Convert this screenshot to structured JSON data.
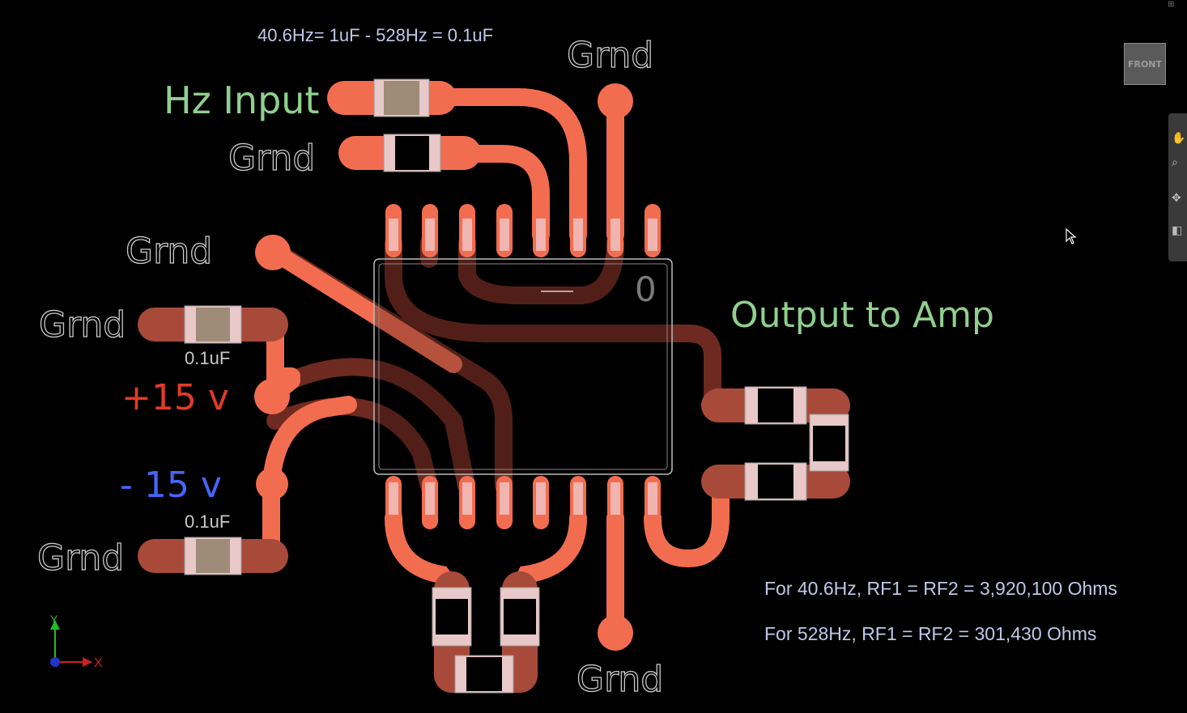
{
  "labels": {
    "freq_note": "40.6Hz= 1uF  - 528Hz = 0.1uF",
    "grnd_top": "Grnd",
    "hz_input": "Hz Input",
    "grnd_input": "Grnd",
    "grnd_mid": "Grnd",
    "grnd_cap1": "Grnd",
    "cap1_value": "0.1uF",
    "plus15": "+15 v",
    "minus15": "- 15 v",
    "cap2_value": "0.1uF",
    "grnd_cap2": "Grnd",
    "grnd_bottom": "Grnd",
    "output": "Output to Amp",
    "chip_index": "0",
    "rf_note1": "For 40.6Hz, RF1 = RF2 = 3,920,100 Ohms",
    "rf_note2": "For  528Hz, RF1 = RF2 = 301,430 Ohms"
  },
  "axes": {
    "y": "Y",
    "x": "X"
  },
  "viewcube": {
    "face": "FRONT"
  },
  "colors": {
    "trace": "#f26d50",
    "trace_under": "#7a2a20",
    "label_green": "#8fcf8f",
    "label_red": "#e23a2a",
    "label_blue": "#4466ff",
    "label_grey": "#c8c8c8"
  },
  "icons": [
    "pan-hand-icon",
    "zoom-icon",
    "orbit-icon",
    "view-icon",
    "mouse-cursor-icon",
    "axis-triad-icon"
  ]
}
